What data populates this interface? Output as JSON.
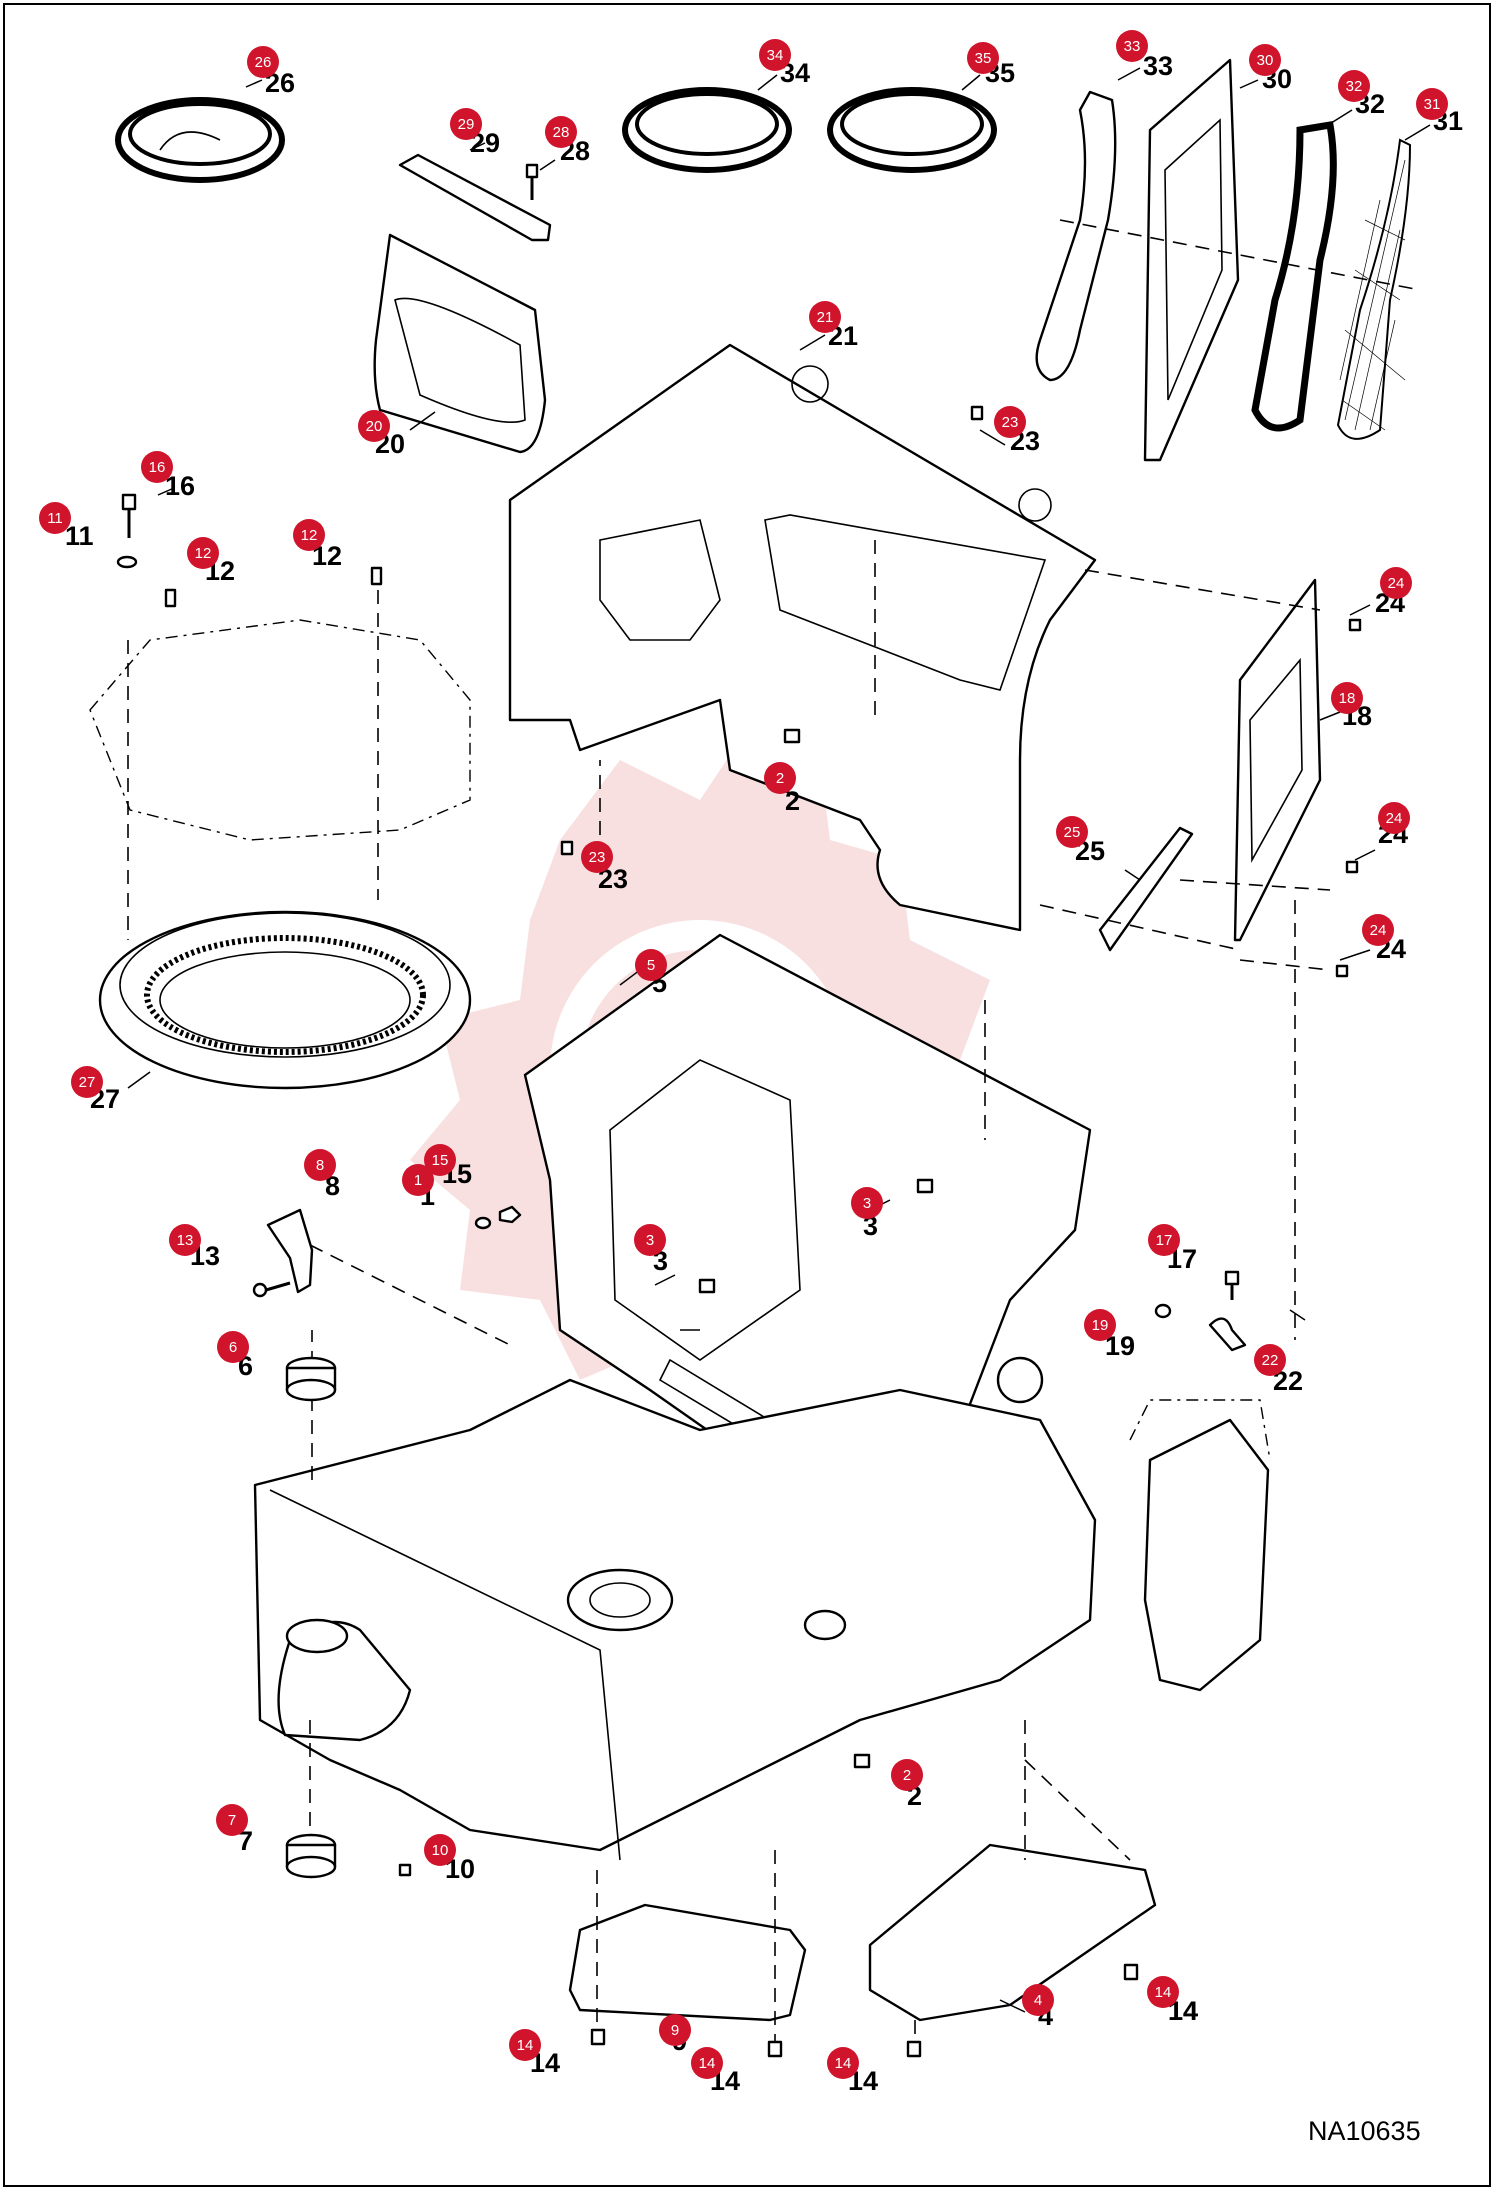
{
  "diagram": {
    "reference_code": "NA10635",
    "callouts": [
      {
        "id": "26",
        "label": "26"
      },
      {
        "id": "34",
        "label": "34"
      },
      {
        "id": "35",
        "label": "35"
      },
      {
        "id": "33",
        "label": "33"
      },
      {
        "id": "30",
        "label": "30"
      },
      {
        "id": "32",
        "label": "32"
      },
      {
        "id": "31",
        "label": "31"
      },
      {
        "id": "29",
        "label": "29"
      },
      {
        "id": "28",
        "label": "28"
      },
      {
        "id": "21",
        "label": "21"
      },
      {
        "id": "20",
        "label": "20"
      },
      {
        "id": "23a",
        "label": "23"
      },
      {
        "id": "16",
        "label": "16"
      },
      {
        "id": "11",
        "label": "11"
      },
      {
        "id": "12a",
        "label": "12"
      },
      {
        "id": "12b",
        "label": "12"
      },
      {
        "id": "24a",
        "label": "24"
      },
      {
        "id": "18",
        "label": "18"
      },
      {
        "id": "2a",
        "label": "2"
      },
      {
        "id": "23b",
        "label": "23"
      },
      {
        "id": "24b",
        "label": "24"
      },
      {
        "id": "25",
        "label": "25"
      },
      {
        "id": "24c",
        "label": "24"
      },
      {
        "id": "5",
        "label": "5"
      },
      {
        "id": "27",
        "label": "27"
      },
      {
        "id": "8",
        "label": "8"
      },
      {
        "id": "1",
        "label": "1"
      },
      {
        "id": "15",
        "label": "15"
      },
      {
        "id": "3a",
        "label": "3"
      },
      {
        "id": "13",
        "label": "13"
      },
      {
        "id": "3b",
        "label": "3"
      },
      {
        "id": "17",
        "label": "17"
      },
      {
        "id": "19",
        "label": "19"
      },
      {
        "id": "22",
        "label": "22"
      },
      {
        "id": "6",
        "label": "6"
      },
      {
        "id": "2b",
        "label": "2"
      },
      {
        "id": "7",
        "label": "7"
      },
      {
        "id": "10",
        "label": "10"
      },
      {
        "id": "14a",
        "label": "14"
      },
      {
        "id": "4",
        "label": "4"
      },
      {
        "id": "14b",
        "label": "14"
      },
      {
        "id": "9",
        "label": "9"
      },
      {
        "id": "14c",
        "label": "14"
      },
      {
        "id": "14d",
        "label": "14"
      },
      {
        "id": "14e",
        "label": "14"
      }
    ],
    "badge_color": "#d0142c",
    "watermark_color": "#f4c7c7"
  }
}
